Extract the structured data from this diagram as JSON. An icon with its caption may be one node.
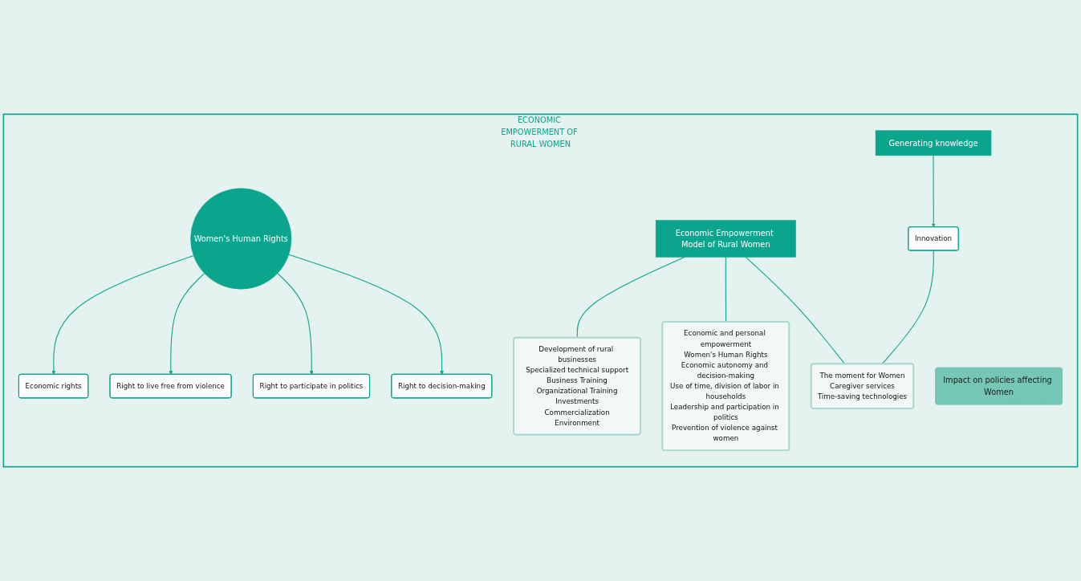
{
  "diagram": {
    "nodes": [
      {
        "text": [
          "ECONOMIC EMPOWERMENT OF RURAL WOMEN"
        ]
      },
      {
        "text": [
          "Economic rights"
        ],
        "in": 0
      },
      {
        "text": [
          "Women's Human Rights"
        ],
        "in": 0
      },
      {
        "text": [
          "Right to live free from violence"
        ],
        "in": 0
      },
      {
        "text": [
          "Right to participate in politics"
        ],
        "in": 0
      },
      {
        "text": [
          "Right to decision-making"
        ],
        "in": 0
      },
      {
        "text": [
          "Impact on policies affecting Women"
        ],
        "in": 0
      },
      {
        "text": [
          "Economic Empowerment Model of Rural Women"
        ],
        "in": 0
      },
      {
        "text": [
          "Innovation"
        ],
        "in": 0
      },
      {
        "text": [
          "Generating knowledge"
        ],
        "in": 0
      },
      {
        "text": [
          "Development of rural businesses",
          "Specialized technical support",
          "Business Training",
          "Organizational Training",
          "Investments",
          "Commercialization",
          "Environment"
        ],
        "in": 0
      },
      {
        "text": [
          "Economic and personal empowerment",
          "Women's Human Rights",
          "Economic autonomy and decision-making",
          "Use of time, division of labor in households",
          "Leadership and participation in politics",
          "Prevention of violence against women"
        ],
        "in": 0
      },
      {
        "text": [
          "The moment for Women",
          "Caregiver services",
          "Time-saving technologies"
        ],
        "in": 0
      }
    ],
    "edges": [
      {
        "from": 2,
        "to": 1,
        "arrow": "to"
      },
      {
        "from": 2,
        "to": 3,
        "arrow": "to"
      },
      {
        "from": 2,
        "to": 4,
        "arrow": "to"
      },
      {
        "from": 2,
        "to": 5,
        "arrow": "to"
      },
      {
        "from": 7,
        "to": 10,
        "arrow": "none"
      },
      {
        "from": 7,
        "to": 11,
        "arrow": "none"
      },
      {
        "from": 7,
        "to": 12,
        "arrow": "none"
      },
      {
        "from": 8,
        "to": 12,
        "arrow": "none"
      },
      {
        "from": 9,
        "to": 8,
        "arrow": "to"
      }
    ]
  }
}
